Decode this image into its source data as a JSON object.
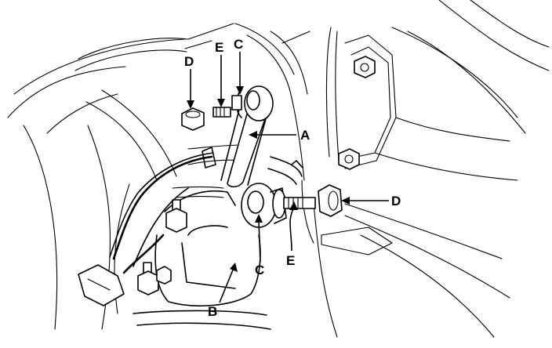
{
  "callouts": {
    "A": "A",
    "B": "B",
    "C_upper": "C",
    "C_lower": "C",
    "D_left": "D",
    "D_right": "D",
    "E_upper": "E",
    "E_lower": "E"
  }
}
